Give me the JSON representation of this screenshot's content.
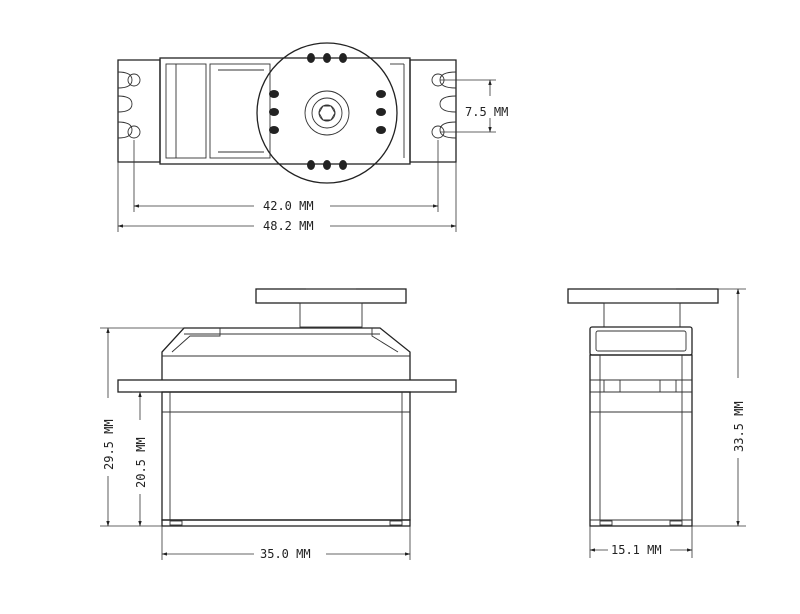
{
  "dimensions": {
    "hole_spacing": "7.5 MM",
    "mount_hole_distance": "42.0 MM",
    "total_length": "48.2 MM",
    "total_height": "29.5 MM",
    "flange_height": "20.5 MM",
    "body_width": "35.0 MM",
    "total_height_side": "33.5 MM",
    "body_depth": "15.1 MM"
  },
  "colors": {
    "line": "#222222",
    "background": "#ffffff"
  }
}
